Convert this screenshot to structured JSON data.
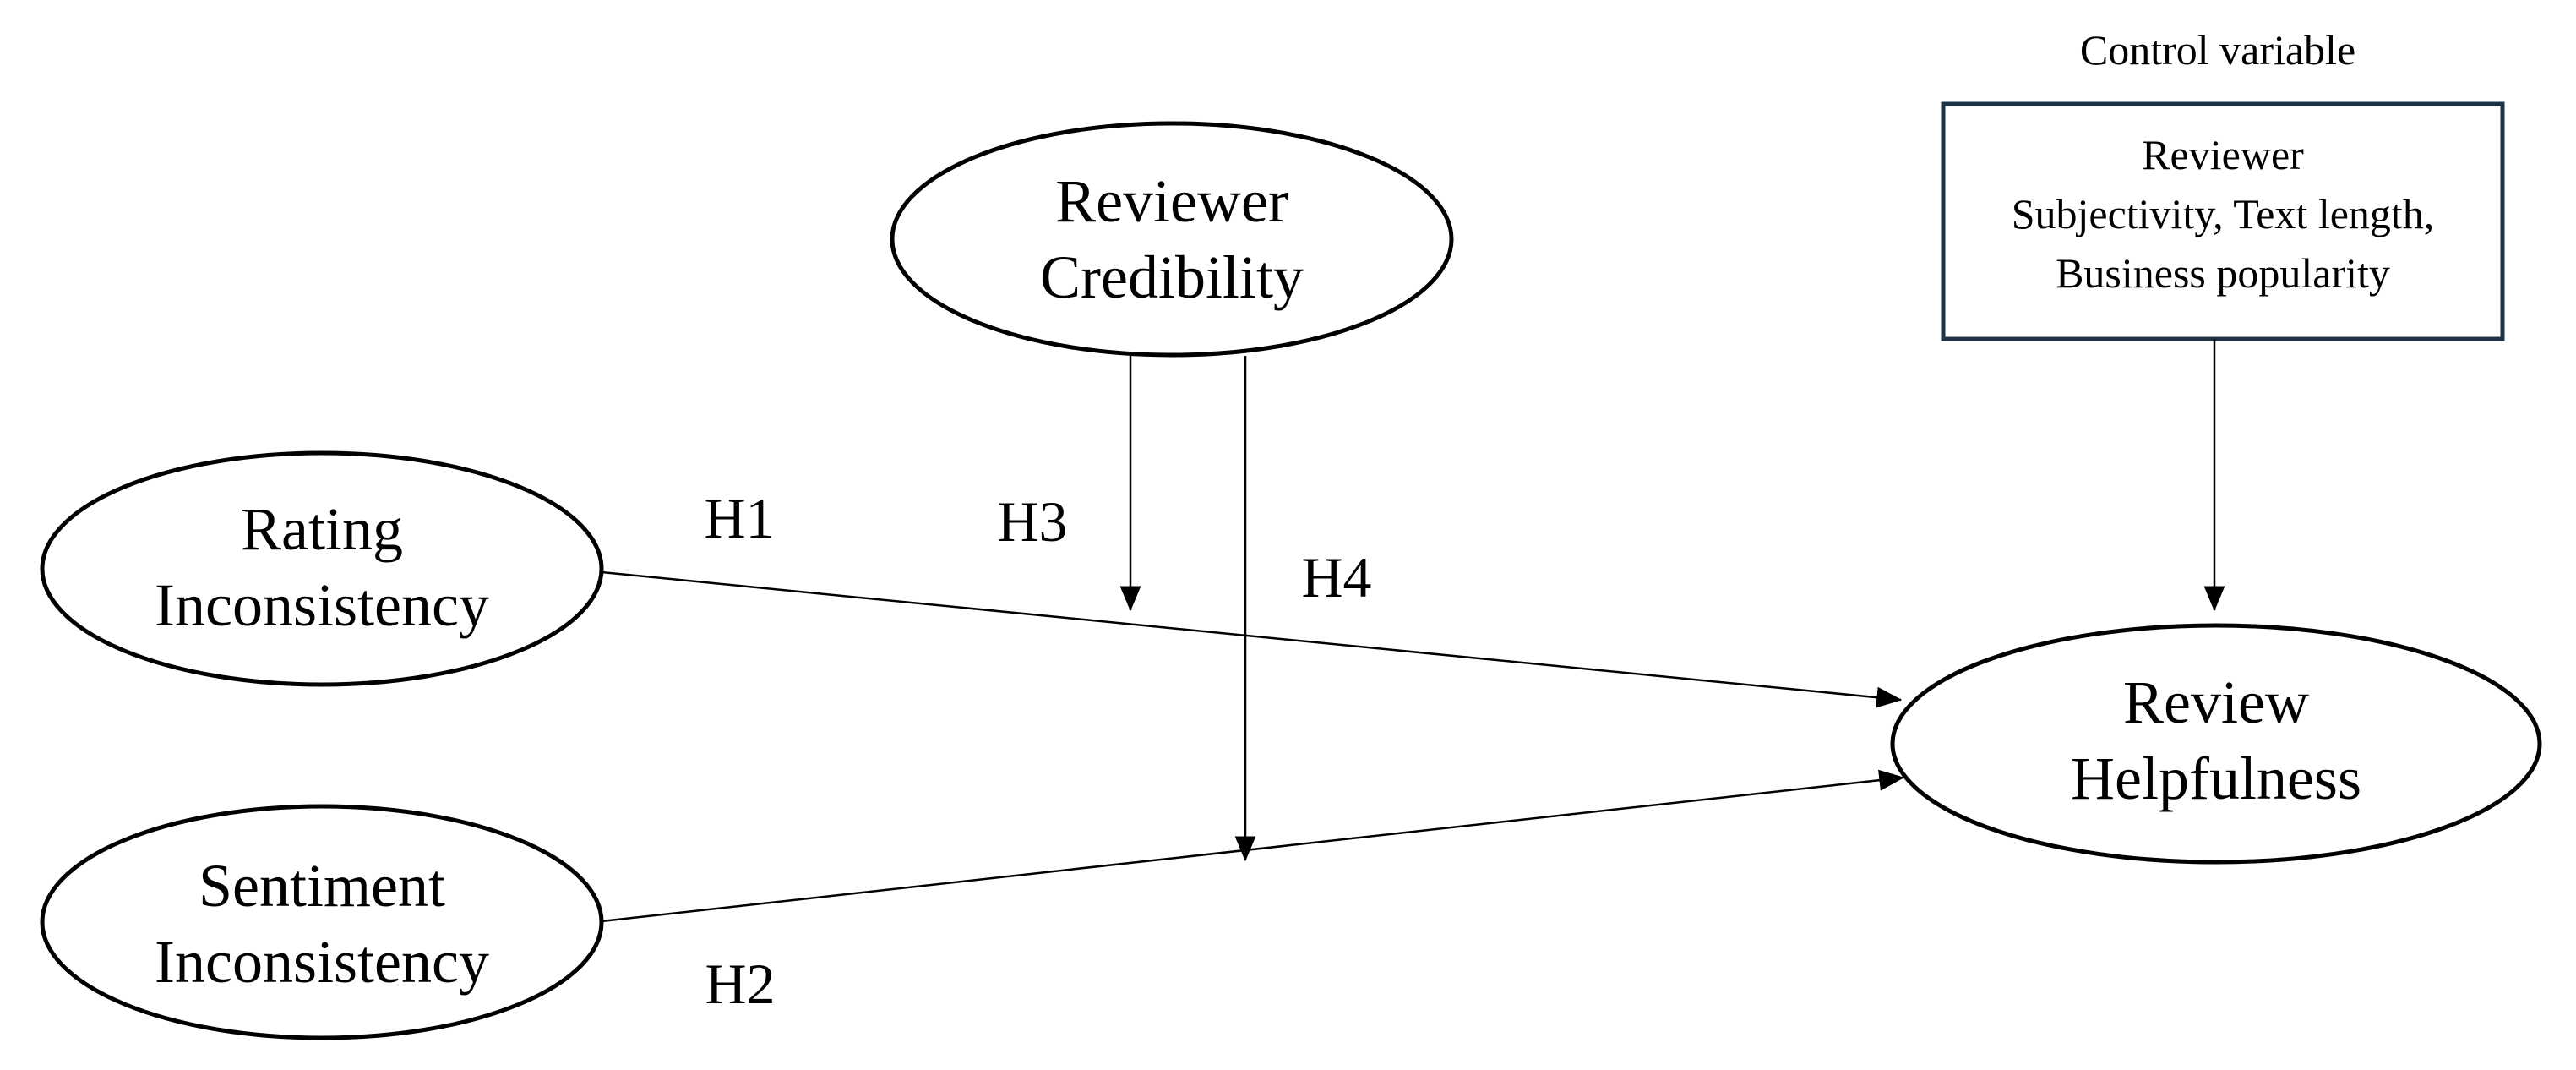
{
  "control": {
    "heading": "Control variable",
    "lines": [
      "Reviewer",
      "Subjectivity, Text length,",
      "Business popularity"
    ],
    "border_color": "#1f3347"
  },
  "nodes": {
    "credibility": {
      "line1": "Reviewer",
      "line2": "Credibility"
    },
    "rating": {
      "line1": "Rating",
      "line2": "Inconsistency"
    },
    "sentiment": {
      "line1": "Sentiment",
      "line2": "Inconsistency"
    },
    "helpfulness": {
      "line1": "Review",
      "line2": "Helpfulness"
    }
  },
  "hypotheses": {
    "h1": "H1",
    "h2": "H2",
    "h3": "H3",
    "h4": "H4"
  }
}
